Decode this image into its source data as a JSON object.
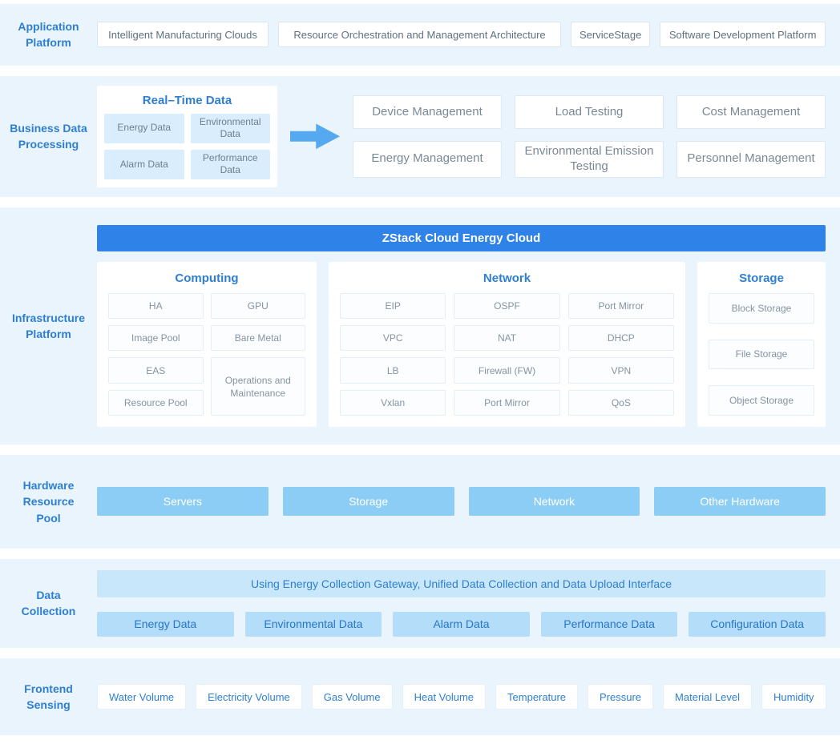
{
  "application": {
    "label": "Application Platform",
    "items": [
      "Intelligent Manufacturing Clouds",
      "Resource Orchestration and Management Architecture",
      "ServiceStage",
      "Software Development Platform"
    ]
  },
  "business": {
    "label": "Business Data Processing",
    "realtime": {
      "title": "Real–Time Data",
      "items": [
        "Energy Data",
        "Environmental Data",
        "Alarm Data",
        "Performance Data"
      ]
    },
    "functions": [
      "Device Management",
      "Load Testing",
      "Cost Management",
      "Energy Management",
      "Environmental Emission Testing",
      "Personnel Management"
    ]
  },
  "infrastructure": {
    "label": "Infrastructure Platform",
    "header": "ZStack Cloud Energy Cloud",
    "computing": {
      "title": "Computing",
      "items": [
        "HA",
        "GPU",
        "Image Pool",
        "Bare Metal",
        "EAS",
        "Operations and Maintenance",
        "Resource Pool"
      ]
    },
    "network": {
      "title": "Network",
      "items": [
        "EIP",
        "OSPF",
        "Port Mirror",
        "VPC",
        "NAT",
        "DHCP",
        "LB",
        "Firewall (FW)",
        "VPN",
        "Vxlan",
        "Port Mirror",
        "QoS"
      ]
    },
    "storage": {
      "title": "Storage",
      "items": [
        "Block Storage",
        "File Storage",
        "Object Storage"
      ]
    }
  },
  "hardware": {
    "label": "Hardware Resource Pool",
    "items": [
      "Servers",
      "Storage",
      "Network",
      "Other Hardware"
    ]
  },
  "collection": {
    "label": "Data Collection",
    "banner": "Using Energy Collection Gateway, Unified Data Collection and Data Upload Interface",
    "items": [
      "Energy Data",
      "Environmental Data",
      "Alarm Data",
      "Performance Data",
      "Configuration Data"
    ]
  },
  "sensing": {
    "label": "Frontend Sensing",
    "items": [
      "Water Volume",
      "Electricity Volume",
      "Gas Volume",
      "Heat Volume",
      "Temperature",
      "Pressure",
      "Material Level",
      "Humidity"
    ]
  },
  "colors": {
    "band_background": "#e9f4fd",
    "accent_blue": "#2e7fd0",
    "zstack_header_blue": "#2f83e8",
    "hardware_box_blue": "#8ccdf5",
    "collection_box_blue": "#b3ddf8",
    "banner_blue": "#c9e7fb",
    "box_text_gray": "#7b8995",
    "arrow_blue": "#54a9f0"
  }
}
